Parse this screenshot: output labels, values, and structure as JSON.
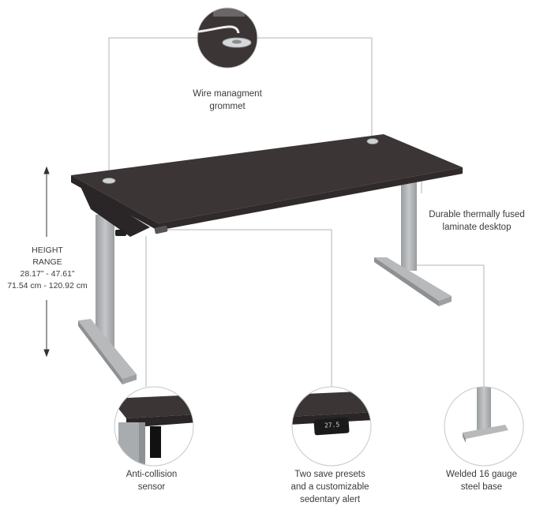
{
  "callouts": {
    "grommet": {
      "lines": [
        "Wire managment",
        "grommet"
      ]
    },
    "desktop": {
      "lines": [
        "Durable thermally fused",
        "laminate desktop"
      ]
    },
    "anticollision": {
      "lines": [
        "Anti-collision",
        "sensor"
      ]
    },
    "presets": {
      "lines": [
        "Two save presets",
        "and a customizable",
        "sedentary alert"
      ]
    },
    "base": {
      "lines": [
        "Welded 16 gauge",
        "steel base"
      ]
    }
  },
  "height_range": {
    "lines": [
      "HEIGHT",
      "RANGE"
    ],
    "imperial": "28.17” - 47.61”",
    "metric": "71.54 cm - 120.92 cm"
  },
  "keypad_display": "27.5",
  "colors": {
    "desktop_top": "#3b3536",
    "desktop_edge": "#2a2526",
    "steel": "#a9acaf",
    "leader_line": "#b5b5b5",
    "circle_border": "#c8c8c8"
  }
}
